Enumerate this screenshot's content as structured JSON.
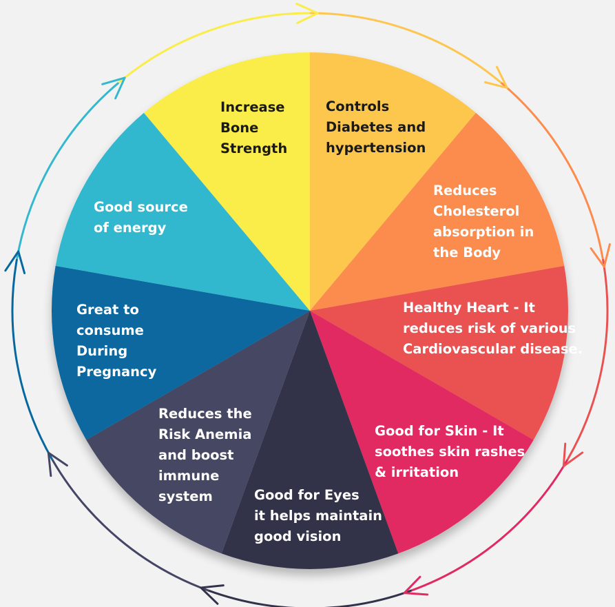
{
  "segments": [
    {
      "id": "controls-diabetes",
      "color": "#fdc64e",
      "text_color": "#1a1a1a",
      "label": "Controls\nDiabetes and\nhypertension"
    },
    {
      "id": "reduces-cholesterol",
      "color": "#fb8c4d",
      "text_color": "#ffffff",
      "label": "Reduces\nCholesterol\nabsorption in\nthe Body"
    },
    {
      "id": "healthy-heart",
      "color": "#ea5151",
      "text_color": "#ffffff",
      "label": "Healthy Heart - It\nreduces risk of various\nCardiovascular disease."
    },
    {
      "id": "good-for-skin",
      "color": "#e12a62",
      "text_color": "#ffffff",
      "label": "Good for Skin - It\nsoothes skin rashes\n& irritation"
    },
    {
      "id": "good-for-eyes",
      "color": "#32324a",
      "text_color": "#ffffff",
      "label": "Good for Eyes\nit helps maintain\ngood vision"
    },
    {
      "id": "reduces-anemia",
      "color": "#454663",
      "text_color": "#ffffff",
      "label": "Reduces the\nRisk Anemia\nand boost\nimmune\nsystem"
    },
    {
      "id": "pregnancy",
      "color": "#07679f",
      "text_color": "#ffffff",
      "label": "Great to\nconsume\nDuring\nPregnancy"
    },
    {
      "id": "energy",
      "color": "#33b8ce",
      "text_color": "#ffffff",
      "label": "Good source\nof energy"
    },
    {
      "id": "bone-strength",
      "color": "#faed4a",
      "text_color": "#1a1a1a",
      "label": "Increase\nBone\nStrength"
    }
  ],
  "ring": {
    "colors": [
      "#fdc64e",
      "#fb8c4d",
      "#ea5151",
      "#e12a62",
      "#32324a",
      "#454663",
      "#07679f",
      "#33b8ce",
      "#faed4a"
    ],
    "direction": "clockwise"
  }
}
